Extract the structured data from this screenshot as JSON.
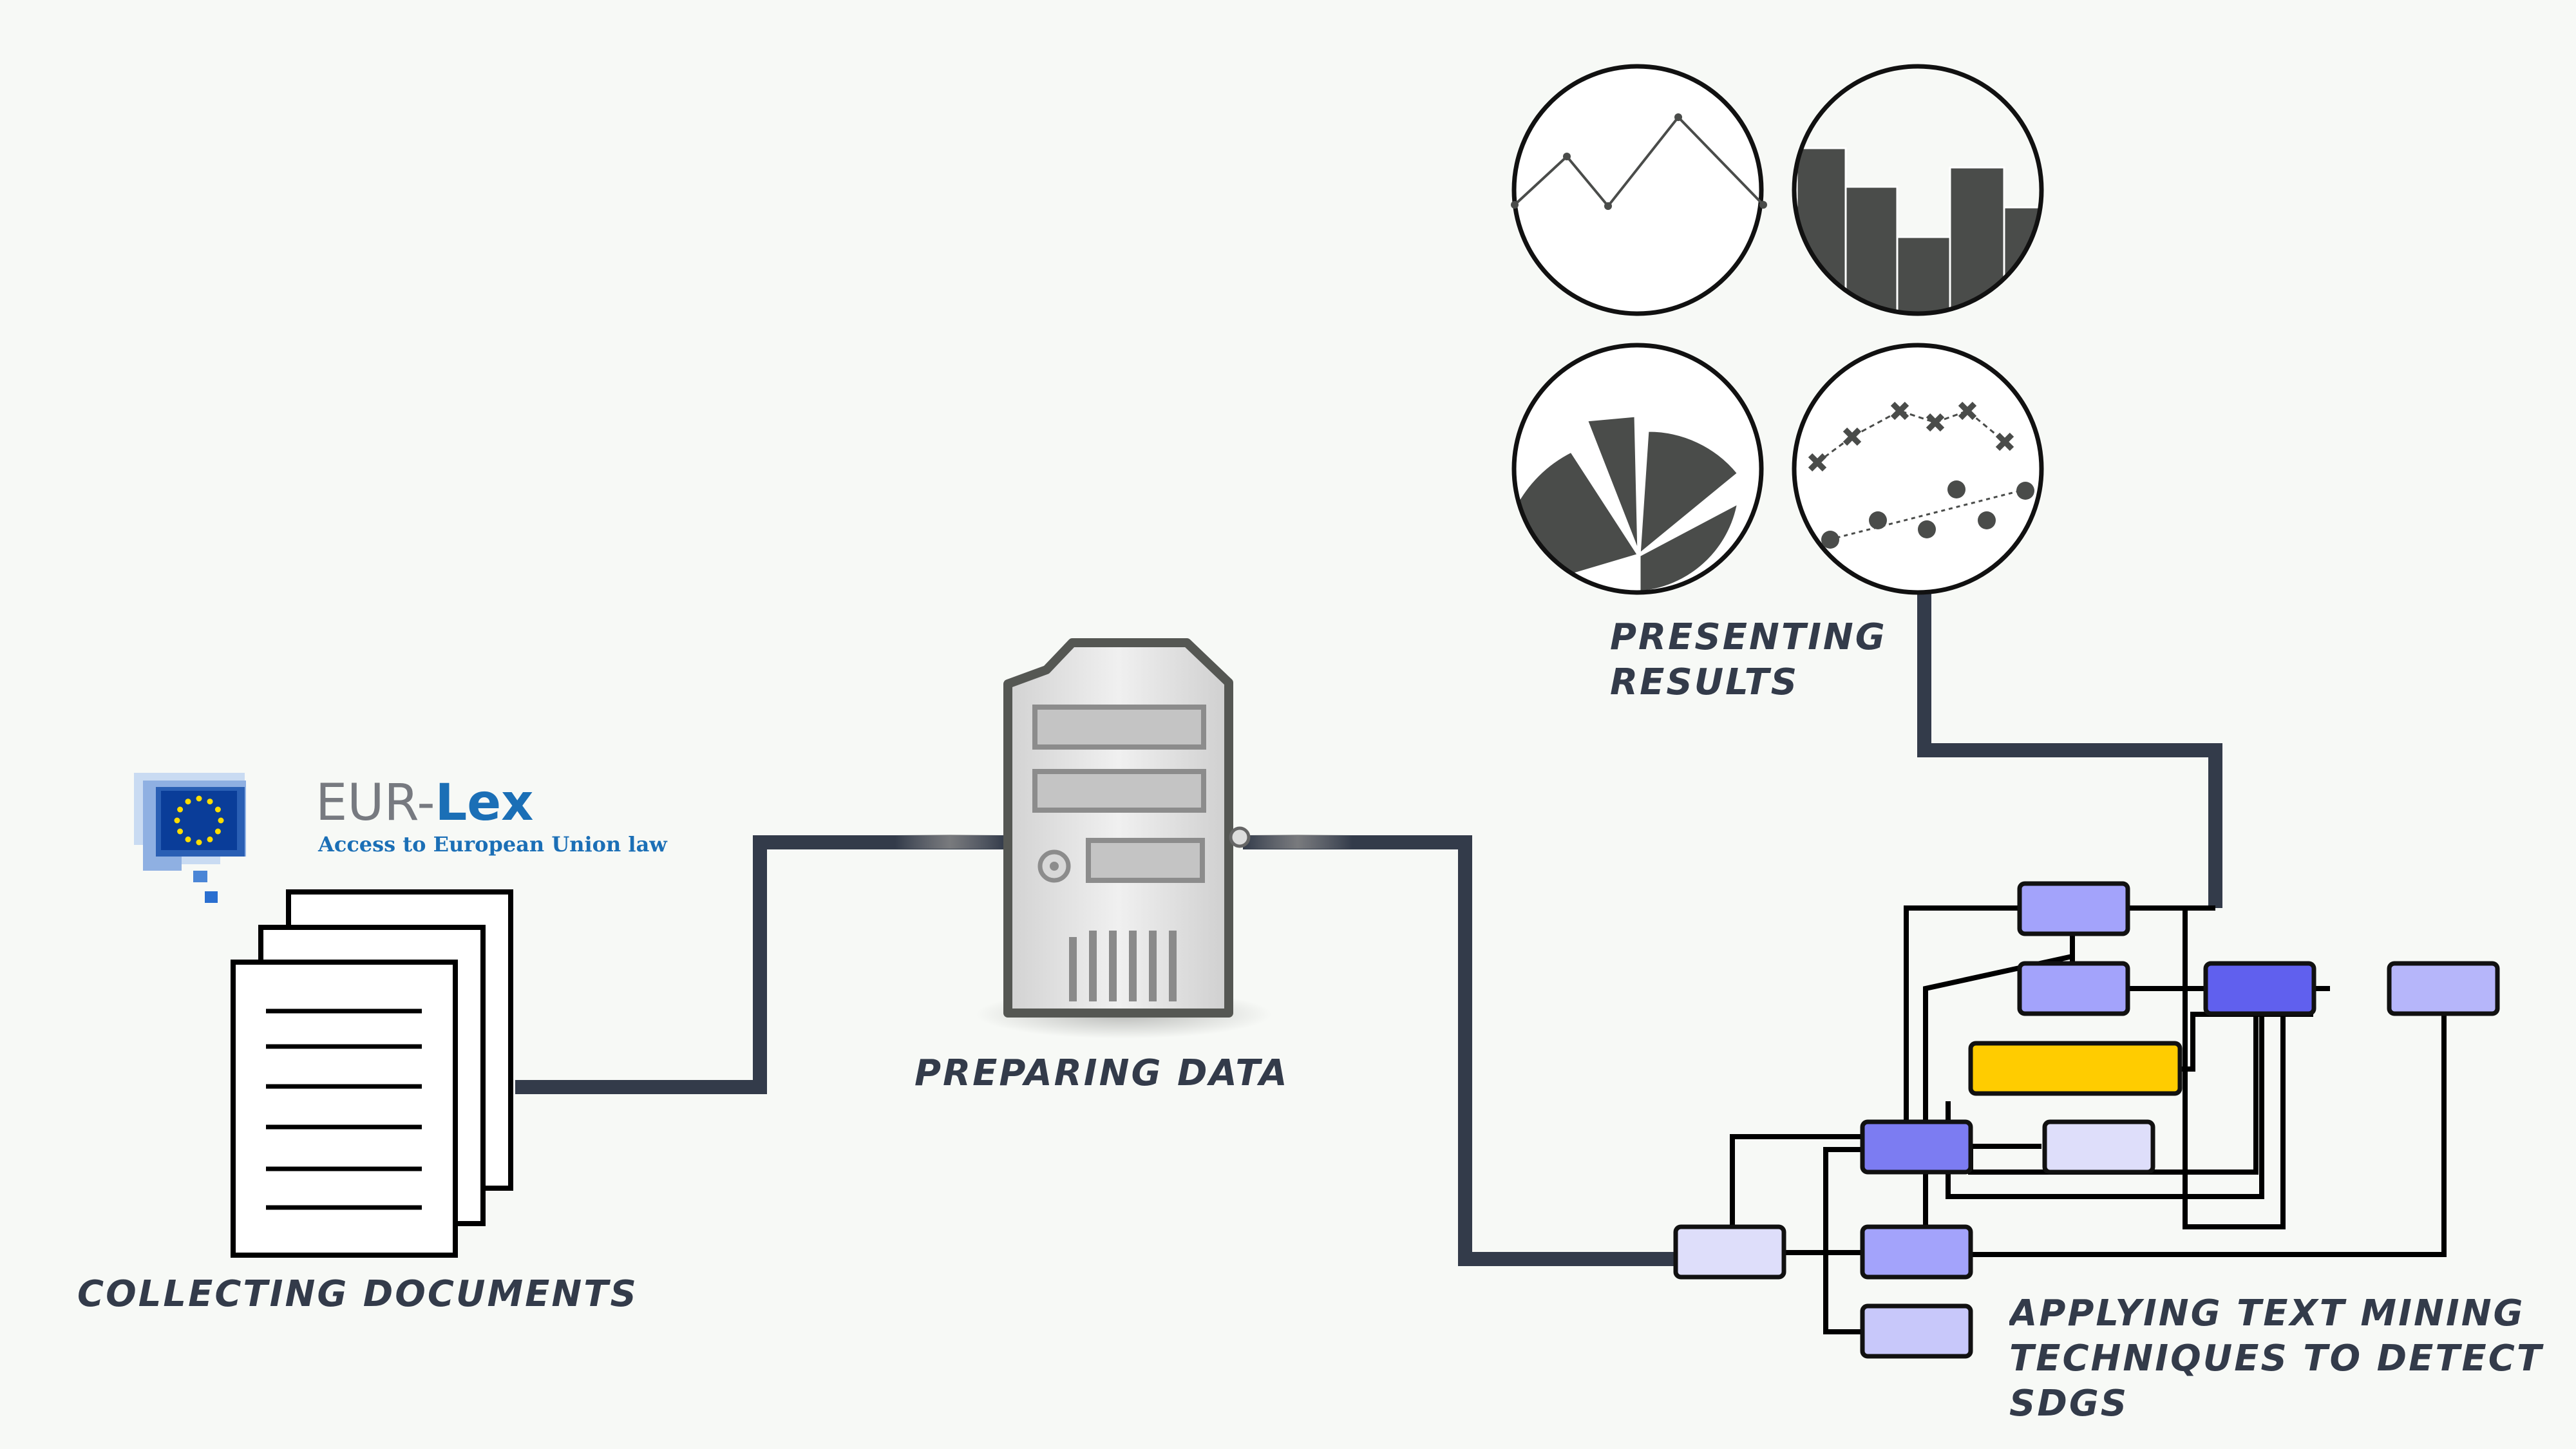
{
  "logo": {
    "name_prefix": "EUR-",
    "name_suffix": "Lex",
    "tagline": "Access to European Union law"
  },
  "stages": {
    "collecting": "COLLECTING DOCUMENTS",
    "preparing": "PREPARING DATA",
    "mining": [
      "APPLYING TEXT MINING",
      "TECHNIQUES TO DETECT",
      "SDGS"
    ],
    "presenting": [
      "PRESENTING",
      "RESULTS"
    ]
  },
  "colors": {
    "pipe": "#333b4a",
    "node_highlight": "#ffcc00",
    "node_dark": "#6060ee",
    "node_mid": "#a3a3fb",
    "node_light": "#dedefa",
    "chart_fill": "#4a4c4a"
  },
  "icons": [
    "eu-flag-icon",
    "document-stack-icon",
    "server-icon",
    "line-chart-icon",
    "bar-chart-icon",
    "polar-chart-icon",
    "scatter-chart-icon"
  ]
}
